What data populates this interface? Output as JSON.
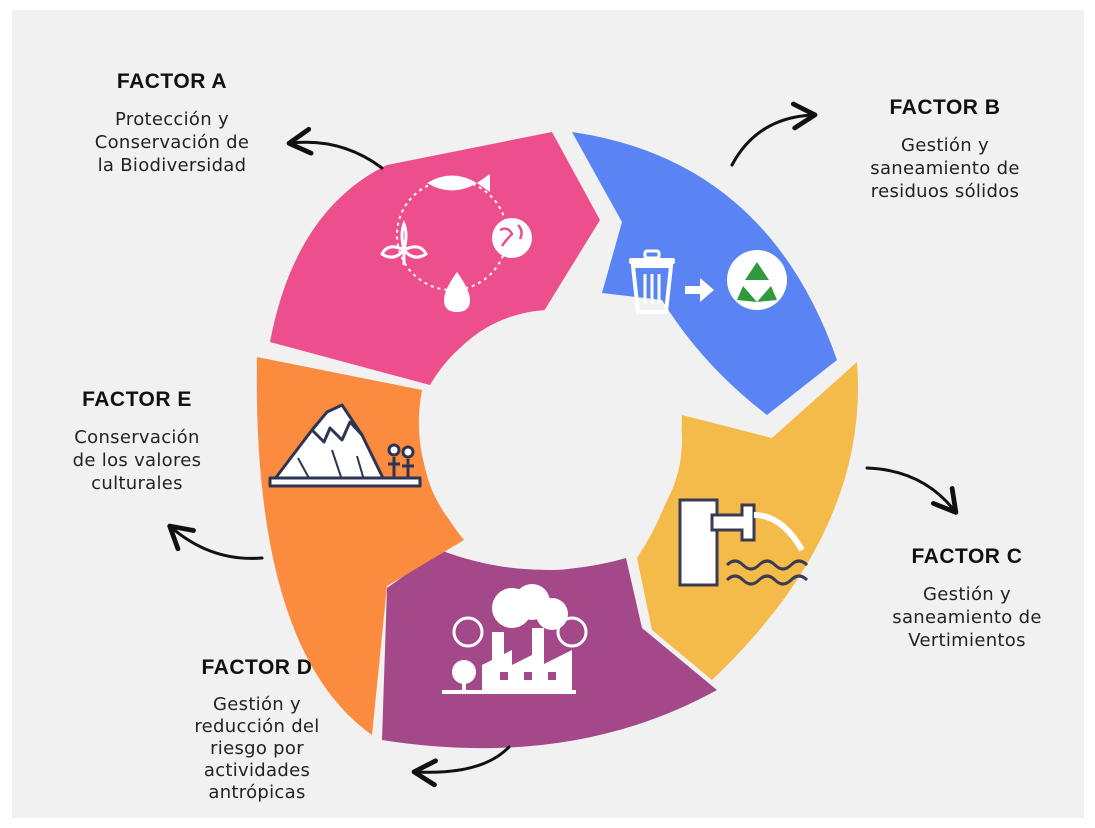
{
  "factors": [
    {
      "id": "a",
      "title": "FACTOR A",
      "desc": [
        "Protección y",
        "Conservación de",
        "la Biodiversidad"
      ],
      "color": "#ec4f8b",
      "icon": "biodiversity-cycle-icon"
    },
    {
      "id": "b",
      "title": "FACTOR B",
      "desc": [
        "Gestión y",
        "saneamiento de",
        "residuos sólidos"
      ],
      "color": "#5a83f4",
      "icon": "trash-to-recycle-icon"
    },
    {
      "id": "c",
      "title": "FACTOR C",
      "desc": [
        "Gestión y",
        "saneamiento de",
        "Vertimientos"
      ],
      "color": "#f4bb4b",
      "icon": "wastewater-discharge-icon"
    },
    {
      "id": "d",
      "title": "FACTOR D",
      "desc": [
        "Gestión y",
        "reducción del",
        "riesgo por",
        "actividades",
        "antrópicas"
      ],
      "color": "#a3498a",
      "icon": "factory-pollution-icon"
    },
    {
      "id": "e",
      "title": "FACTOR E",
      "desc": [
        "Conservación",
        "de los valores",
        "culturales"
      ],
      "color": "#fb8c3f",
      "icon": "mountain-people-icon"
    }
  ],
  "center_color": "#f1f1f1",
  "arrow_color": "#111111"
}
